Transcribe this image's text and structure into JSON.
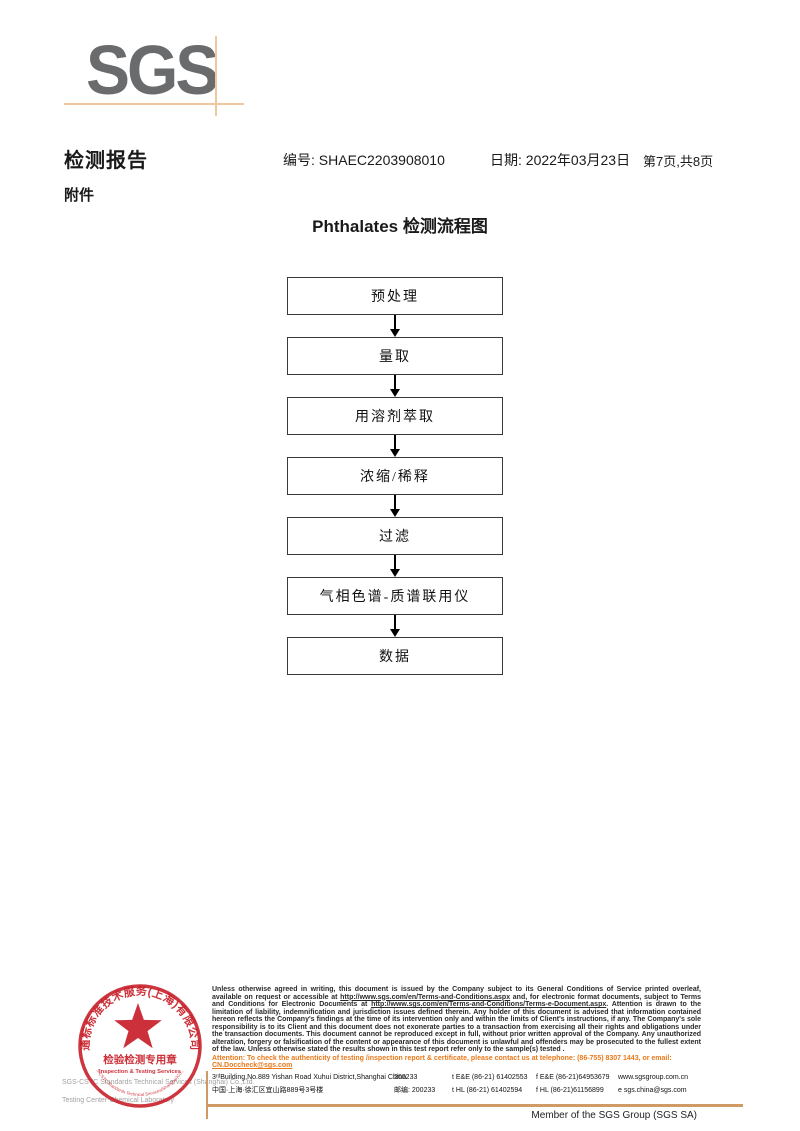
{
  "header": {
    "logo_text": "SGS",
    "report_title": "检测报告",
    "report_no": "编号: SHAEC2203908010",
    "date": "日期: 2022年03月23日",
    "page_info": "第7页,共8页",
    "attachment_label": "附件"
  },
  "flowchart": {
    "title": "Phthalates 检测流程图",
    "steps": [
      "预处理",
      "量取",
      "用溶剂萃取",
      "浓缩/稀释",
      "过滤",
      "气相色谱-质谱联用仪",
      "数据"
    ]
  },
  "footer": {
    "disclaimer": {
      "p0": "Unless otherwise agreed in writing, this document is issued by the Company subject to its General Conditions of Service printed overleaf, available on request or accessible at ",
      "link1": "http://www.sgs.com/en/Terms-and-Conditions.aspx",
      "p1": " and, for electronic format documents, subject to Terms and Conditions for Electronic Documents at ",
      "link2": "http://www.sgs.com/en/Terms-and-Conditions/Terms-e-Document.aspx",
      "p2": ". Attention is drawn to the limitation of liability, indemnification and jurisdiction issues defined therein. Any holder of this document is advised that information contained hereon reflects the Company's findings at the time of its intervention only and within the limits of Client's instructions, if any. The Company's sole responsibility is to its Client and this document does not exonerate parties to a transaction from exercising all their rights and obligations under the transaction documents. This document cannot be reproduced except in full, without prior written approval of the Company. Any unauthorized alteration, forgery or falsification of the content or appearance of this document is unlawful and offenders may be prosecuted to the fullest extent of the law. Unless otherwise stated the results shown in this test report refer only to the sample(s) tested ."
    },
    "attention": {
      "label": "Attention: To check the authenticity of testing /inspection report & certificate, please contact us at telephone: (86-755) 8307 1443, or email: ",
      "email": "CN.Doccheck@sgs.com"
    },
    "stamp": {
      "company_arc": "通标标准技术服务(上海)有限公司",
      "inner_cn": "检验检测专用章",
      "inner_en": "Inspection & Testing Services",
      "bottom_arc": "SGS-CSTC Standards Technical Services(Shanghai)Co.,Ltd."
    },
    "company_gray": {
      "line1": "SGS-CSTC Standards Technical Services (Shanghai) Co.,Ltd.",
      "line2": "Testing Center-Chemical Laboratory"
    },
    "address": {
      "en": "3ʳᵈBuilding,No.889 Yishan Road Xuhui District,Shanghai China",
      "en_post": "200233",
      "tel_en": "t E&E (86-21) 61402553",
      "fax_en": "f E&E (86-21)64953679",
      "web": "www.sgsgroup.com.cn",
      "cn": "中国·上海·徐汇区宜山路889号3号楼",
      "cn_post": "邮编: 200233",
      "tel_cn": "t HL (86-21) 61402594",
      "fax_cn": "f HL (86-21)61156899",
      "email": "e sgs.china@sgs.com"
    },
    "member": "Member of the SGS Group (SGS SA)"
  },
  "colors": {
    "accent_orange": "#e8791a",
    "tan_rule": "#cf9a64",
    "stamp_red": "#c8202a",
    "logo_gray": "#6a6b6d"
  }
}
